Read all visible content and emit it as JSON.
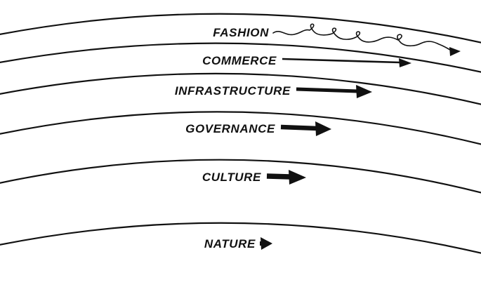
{
  "diagram": {
    "colors": {
      "line": "#111111",
      "background": "#ffffff"
    },
    "layers": [
      {
        "label": "FASHION"
      },
      {
        "label": "COMMERCE"
      },
      {
        "label": "INFRASTRUCTURE"
      },
      {
        "label": "GOVERNANCE"
      },
      {
        "label": "CULTURE"
      },
      {
        "label": "NATURE"
      }
    ]
  }
}
